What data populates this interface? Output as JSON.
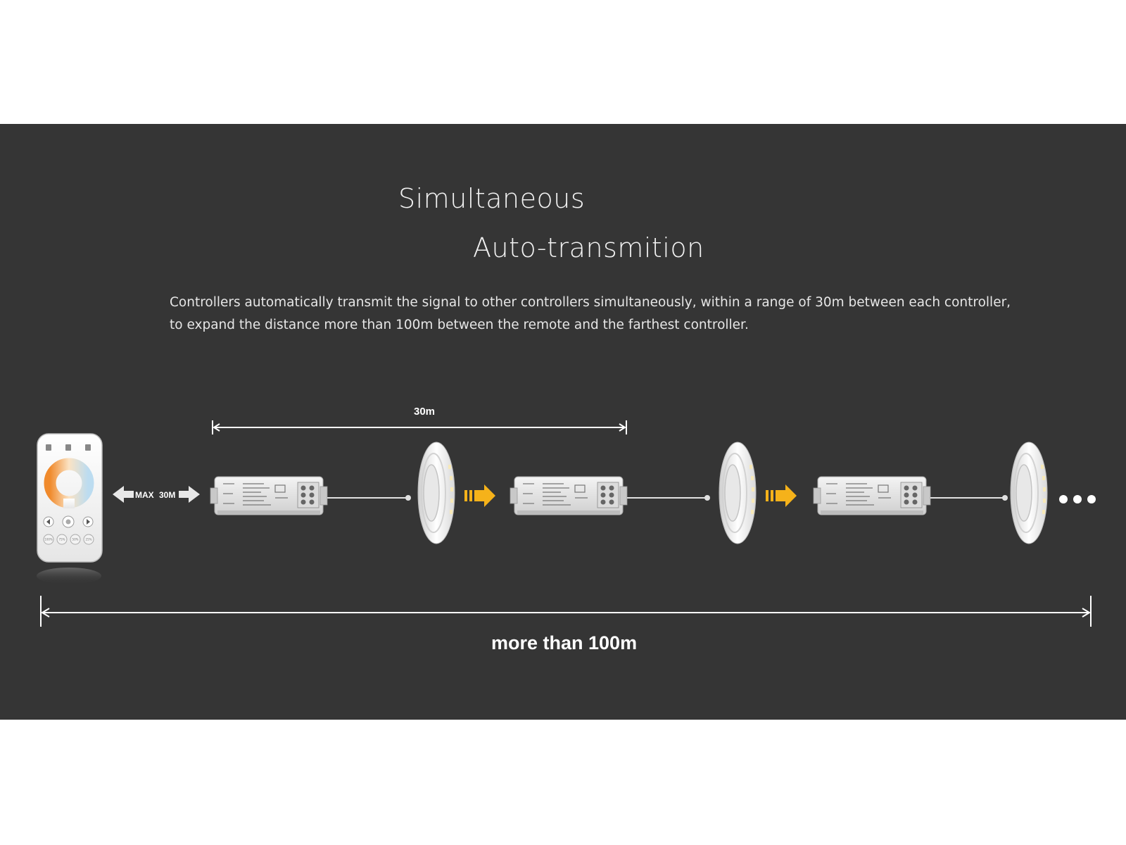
{
  "title": {
    "line1": "Simultaneous",
    "line2": "Auto-transmition"
  },
  "description": {
    "line1": "Controllers automatically transmit the signal to other controllers simultaneously, within a range of 30m between each controller,",
    "line2": "to expand the distance more than 100m between the remote and the farthest controller."
  },
  "remote": {
    "button_labels": [
      "100%",
      "75%",
      "50%",
      "25%"
    ]
  },
  "range_arrow": {
    "label_max": "MAX",
    "label_distance": "30M"
  },
  "span_label": "30m",
  "total_label": "more than 100m",
  "colors": {
    "panel": "#353535",
    "arrow_accent": "#f5b21a",
    "text": "#f2f2f2"
  }
}
